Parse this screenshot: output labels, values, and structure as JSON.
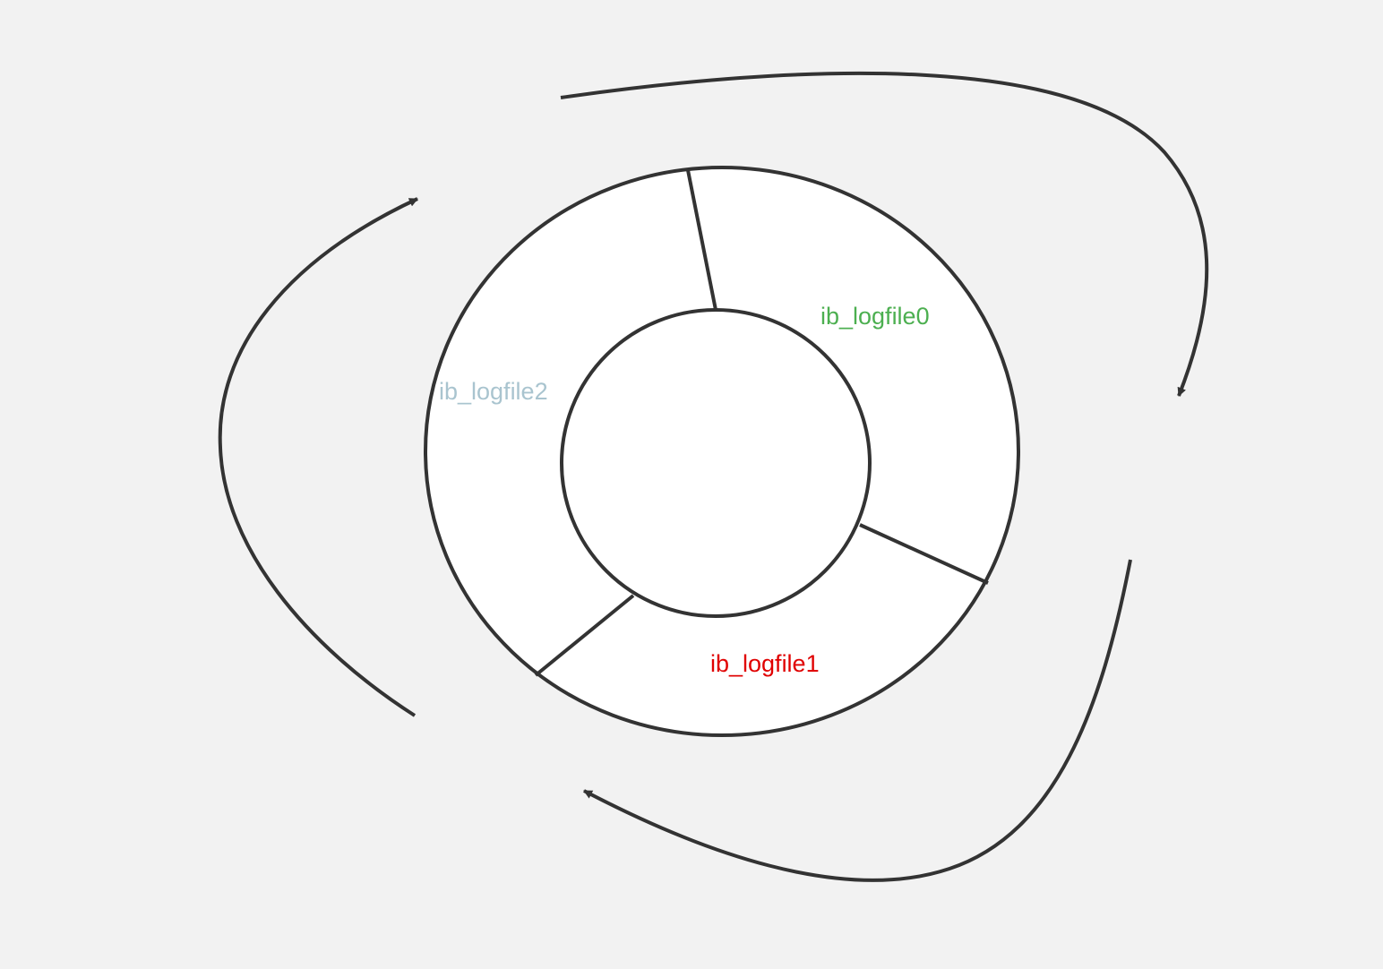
{
  "diagram": {
    "segments": [
      {
        "id": "logfile0",
        "label": "ib_logfile0",
        "color": "#4caf50"
      },
      {
        "id": "logfile1",
        "label": "ib_logfile1",
        "color": "#e00000"
      },
      {
        "id": "logfile2",
        "label": "ib_logfile2",
        "color": "#a9c4cf"
      }
    ],
    "flow": "clockwise",
    "colors": {
      "background": "#f2f2f2",
      "ring_fill": "#ffffff",
      "stroke": "#333333"
    }
  }
}
